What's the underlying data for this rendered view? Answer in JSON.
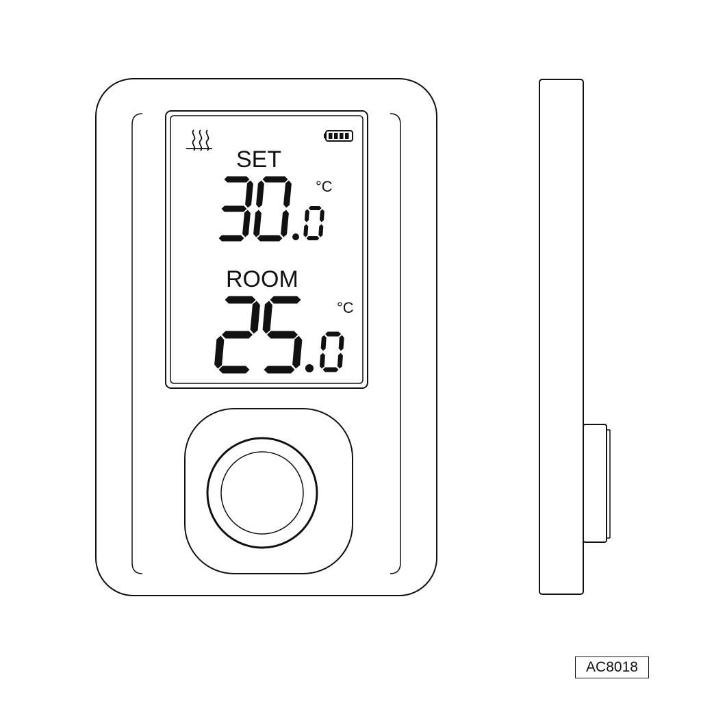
{
  "display": {
    "set_label": "SET",
    "set_value": "30",
    "set_decimal": "0",
    "set_unit": "°C",
    "room_label": "ROOM",
    "room_value": "25",
    "room_decimal": "0",
    "room_unit": "°C"
  },
  "icons": {
    "heating": "heating-icon",
    "battery": "battery-icon",
    "knob": "knob-icon"
  },
  "battery_level": 4,
  "model_code": "AC8018",
  "colors": {
    "line": "#111111",
    "background": "#ffffff"
  }
}
